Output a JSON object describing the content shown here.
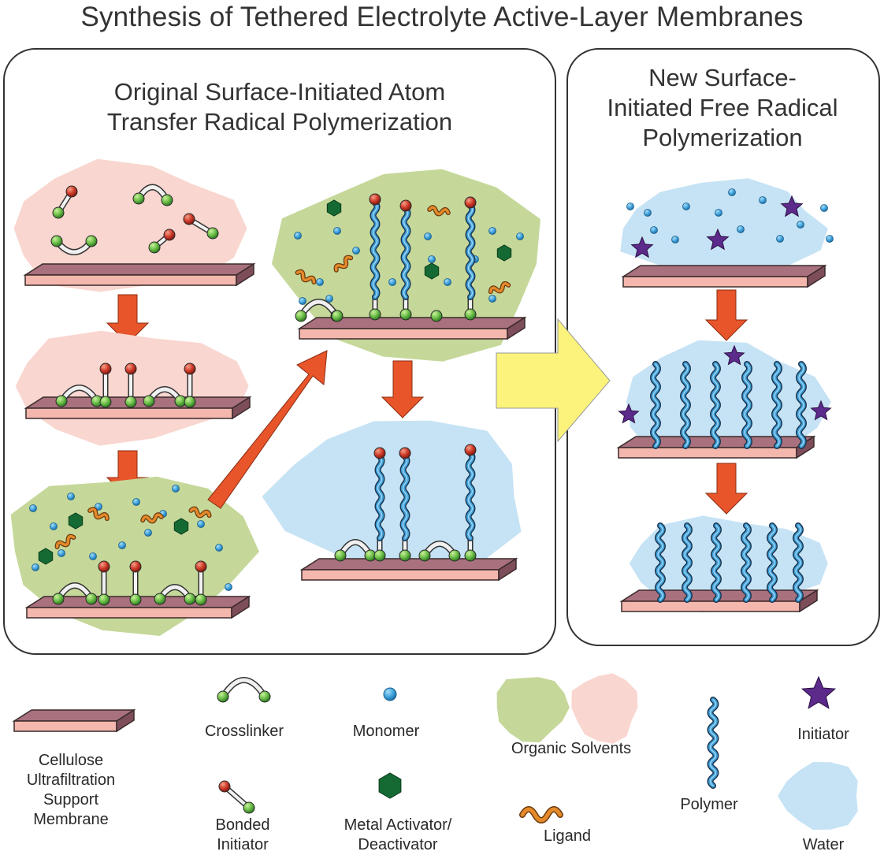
{
  "title": "Synthesis of Tethered Electrolyte Active-Layer Membranes",
  "panels": {
    "left": {
      "line1": "Original Surface-Initiated Atom",
      "line2": "Transfer Radical Polymerization"
    },
    "right": {
      "line1": "New Surface-",
      "line2": "Initiated Free Radical",
      "line3": "Polymerization"
    }
  },
  "legend": {
    "support_membrane": {
      "line1": "Cellulose",
      "line2": "Ultrafiltration",
      "line3": "Support",
      "line4": "Membrane"
    },
    "crosslinker": "Crosslinker",
    "bonded_initiator": {
      "line1": "Bonded",
      "line2": "Initiator"
    },
    "monomer": "Monomer",
    "metal": {
      "line1": "Metal Activator/",
      "line2": "Deactivator"
    },
    "organic_solvents": "Organic Solvents",
    "ligand": "Ligand",
    "polymer": "Polymer",
    "initiator": "Initiator",
    "water": "Water"
  },
  "colors": {
    "organic_green": "#c5d89a",
    "organic_pink": "#f9d6cf",
    "water_blue": "#c6e3f5",
    "arrow_red": "#e8552a",
    "arrow_yellow": "#fbf37b",
    "membrane_top": "#f4b7ae",
    "membrane_side": "#a9717e",
    "monomer_blue": "#3fa2dc",
    "metal_green": "#146a32",
    "ligand_orange": "#e48a2a",
    "initiator_purple": "#5c2a8a",
    "crosslinker_green": "#6ec04a",
    "initiator_red": "#c93829",
    "polymer_blue": "#3f9ed6"
  }
}
